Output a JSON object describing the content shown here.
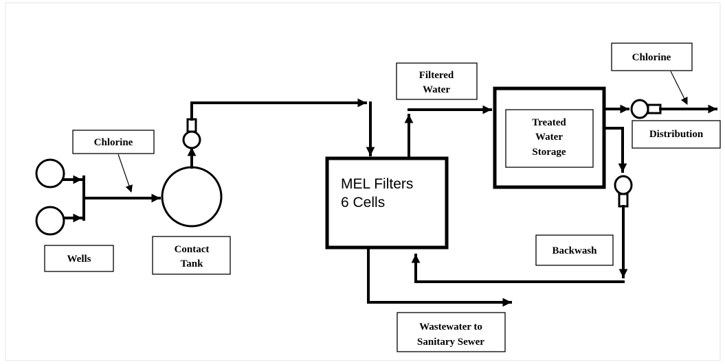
{
  "labels": {
    "chlorine_left": "Chlorine",
    "wells": "Wells",
    "contact_tank": [
      "Contact",
      "Tank"
    ],
    "filtered_water": [
      "Filtered",
      "Water"
    ],
    "mel_filters": [
      "MEL Filters",
      "6 Cells"
    ],
    "treated_storage": [
      "Treated",
      "Water",
      "Storage"
    ],
    "chlorine_right": "Chlorine",
    "distribution": "Distribution",
    "backwash": "Backwash",
    "wastewater": [
      "Wastewater to",
      "Sanitary Sewer"
    ]
  }
}
